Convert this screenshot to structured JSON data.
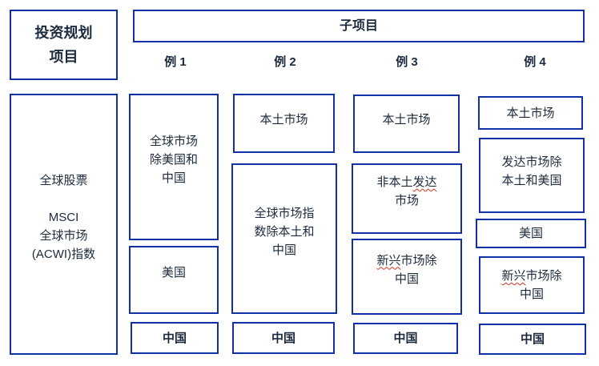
{
  "colors": {
    "border": "#1230a5",
    "text": "#1c2a3e",
    "squiggle": "#e0301e",
    "bg": "#ffffff"
  },
  "title_box": {
    "label": "投资规划\n项目"
  },
  "subprojects_header": {
    "label": "子项目"
  },
  "left_box": {
    "label": "全球股票\n\nMSCI\n全球市场\n(ACWI)指数"
  },
  "columns": [
    {
      "header": "例 1",
      "boxes": [
        {
          "label": "全球市场\n除美国和\n中国"
        },
        {
          "label": "美国"
        },
        {
          "label": "中国"
        }
      ]
    },
    {
      "header": "例 2",
      "boxes": [
        {
          "label": "本土市场"
        },
        {
          "label": "全球市场指\n数除本土和\n中国"
        },
        {
          "label": "中国"
        }
      ]
    },
    {
      "header": "例 3",
      "boxes": [
        {
          "label": "本土市场"
        },
        {
          "pre": "非本土",
          "wavy": "发达",
          "line2": "市场"
        },
        {
          "wavy": "新兴",
          "post": "市场除",
          "line2": "中国"
        },
        {
          "label": "中国"
        }
      ]
    },
    {
      "header": "例 4",
      "boxes": [
        {
          "label": "本土市场"
        },
        {
          "label": "发达市场除\n本土和美国"
        },
        {
          "label": "美国"
        },
        {
          "wavy": "新兴",
          "post": "市场除",
          "line2": "中国"
        },
        {
          "label": "中国"
        }
      ]
    }
  ]
}
